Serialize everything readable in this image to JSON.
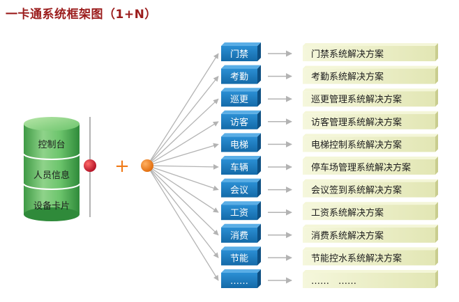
{
  "title": "一卡通系统框架图（1+N）",
  "database": {
    "layers": [
      "控制台",
      "人员信息",
      "设备卡片"
    ]
  },
  "plus_sign": "+",
  "modules": [
    {
      "label": "门禁",
      "solution": "门禁系统解决方案"
    },
    {
      "label": "考勤",
      "solution": "考勤系统解决方案"
    },
    {
      "label": "巡更",
      "solution": "巡更管理系统解决方案"
    },
    {
      "label": "访客",
      "solution": "访客管理系统解决方案"
    },
    {
      "label": "电梯",
      "solution": "电梯控制系统解决方案"
    },
    {
      "label": "车辆",
      "solution": "停车场管理系统解决方案"
    },
    {
      "label": "会议",
      "solution": "会议签到系统解决方案"
    },
    {
      "label": "工资",
      "solution": "工资系统解决方案"
    },
    {
      "label": "消费",
      "solution": "消费系统解决方案"
    },
    {
      "label": "节能",
      "solution": "节能控水系统解决方案"
    },
    {
      "label": "……",
      "solution": "……　……"
    }
  ],
  "colors": {
    "title": "#9b1c1c",
    "cylinder_green": "#5fb85f",
    "cylinder_dark": "#2f8a3a",
    "red_node": "#c8102e",
    "orange_node": "#f07a18",
    "plus": "#f07a18",
    "module_blue": "#1a75b8",
    "solution_bar": "#e9ecc4",
    "connector_gray": "#b3b3b3"
  }
}
